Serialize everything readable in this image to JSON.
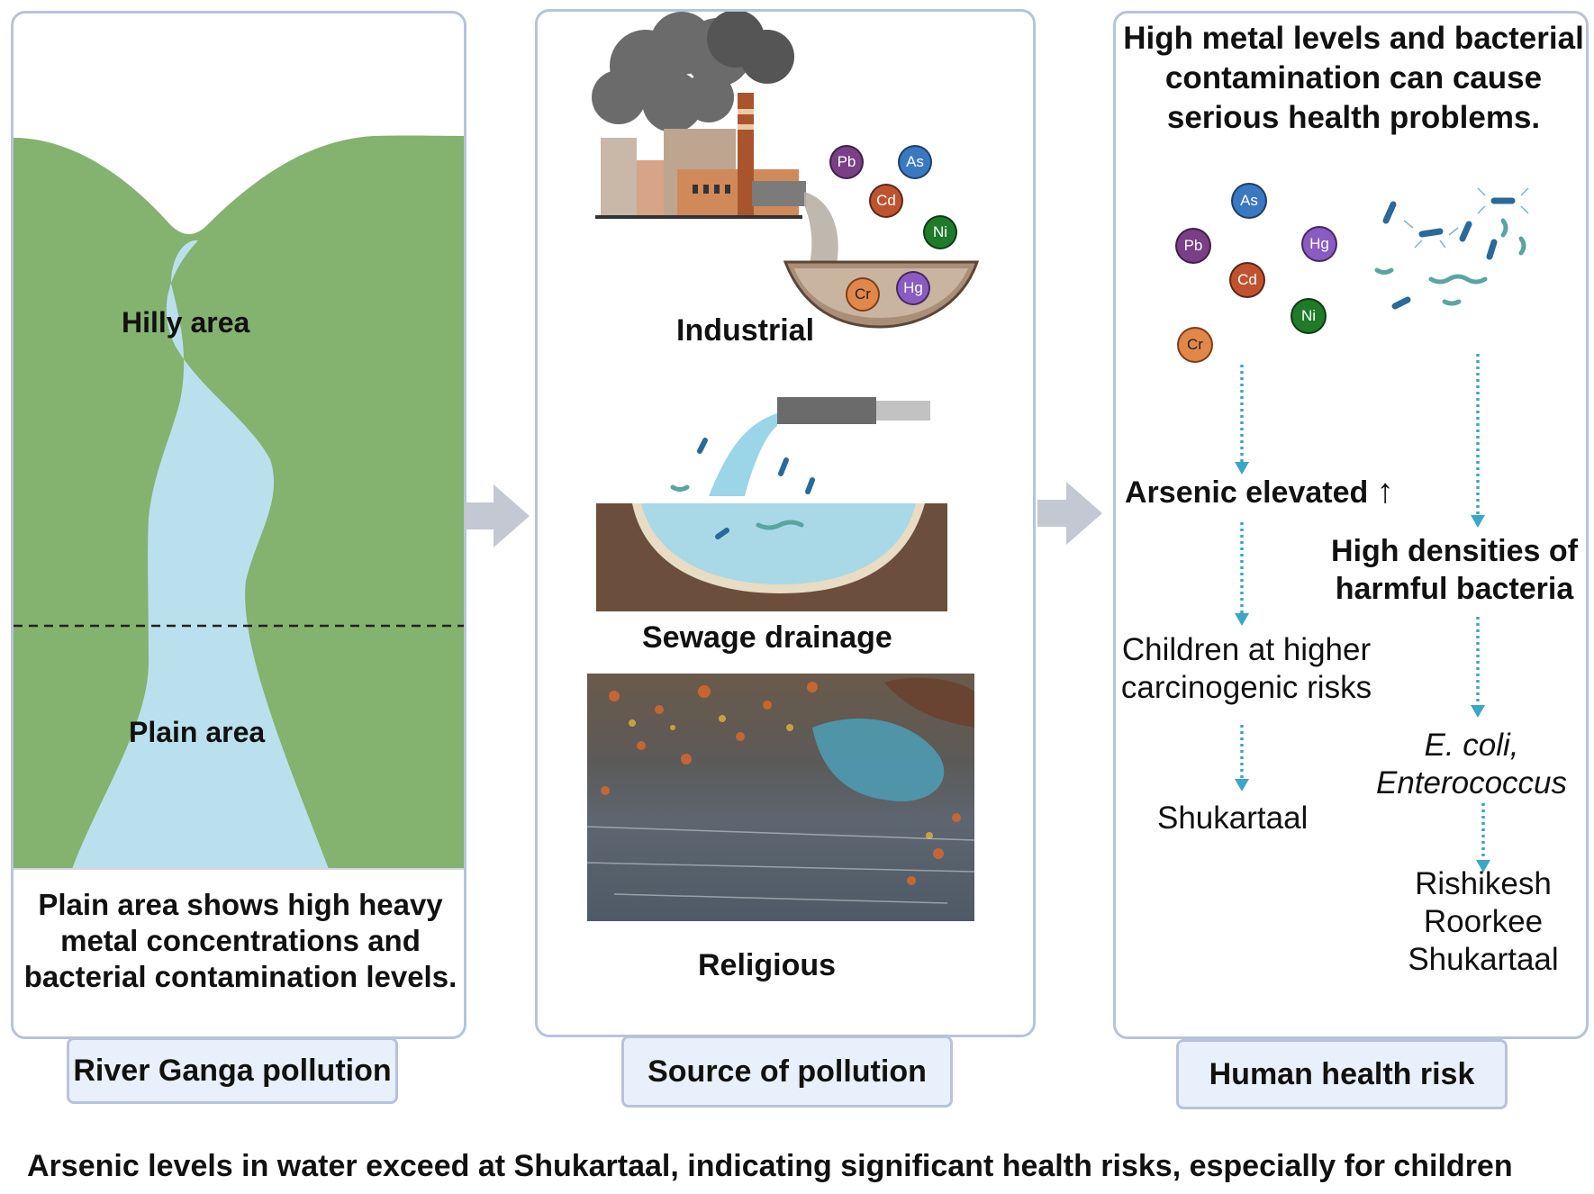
{
  "panel_left": {
    "hilly_label": "Hilly area",
    "plain_label": "Plain area",
    "summary": "Plain area shows high heavy metal concentrations and bacterial contamination levels.",
    "footer": "River Ganga pollution"
  },
  "panel_middle": {
    "industrial_label": "Industrial",
    "sewage_label": "Sewage drainage",
    "religious_label": "Religious",
    "footer": "Source of pollution",
    "metals": [
      "Pb",
      "As",
      "Cd",
      "Ni",
      "Cr",
      "Hg"
    ]
  },
  "panel_right": {
    "heading": "High metal levels and bacterial contamination can cause serious health problems.",
    "metals": [
      "As",
      "Pb",
      "Hg",
      "Cd",
      "Ni",
      "Cr"
    ],
    "arsenic_label": "Arsenic elevated",
    "arsenic_up_glyph": "↑",
    "children_risk": "Children at higher carcinogenic risks",
    "arsenic_site": "Shukartaal",
    "bacteria_label": "High densities of harmful bacteria",
    "bacteria_species": "E. coli, Enterococcus",
    "bacteria_sites": [
      "Rishikesh",
      "Roorkee",
      "Shukartaal"
    ],
    "footer": "Human health risk"
  },
  "caption": "Arsenic levels in water exceed at Shukartaal, indicating significant health risks, especially for children",
  "colors": {
    "panel_border": "#b7c3dc",
    "label_fill": "#e8f0fb",
    "hill_green": "#84b26f",
    "river_blue": "#b9e0ec",
    "arrow_gray": "#c4c8d3",
    "dotted_arrow": "#3aa6c8",
    "Pb": "#7a3f86",
    "As": "#3a78c2",
    "Cd": "#c0532f",
    "Ni": "#1f7a2a",
    "Cr": "#e2874a",
    "Hg": "#8a5bc0"
  }
}
